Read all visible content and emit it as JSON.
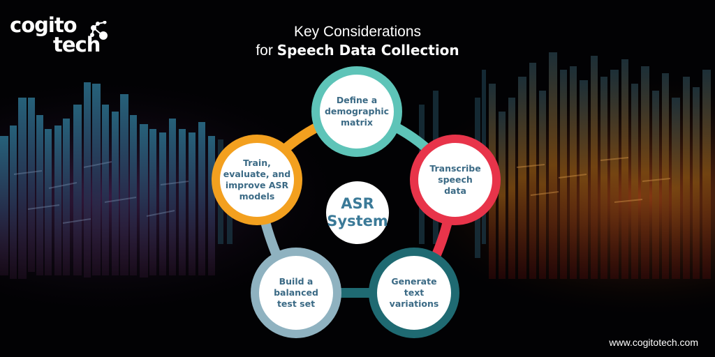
{
  "brand": {
    "logo_line1": "cogito",
    "logo_line2": "tech",
    "website": "www.cogitotech.com"
  },
  "title": {
    "line1": "Key Considerations",
    "line2_prefix": "for ",
    "line2_bold": "Speech Data Collection"
  },
  "diagram": {
    "center_label_line1": "ASR",
    "center_label_line2": "System",
    "nodes": [
      {
        "label": "Define a demographic matrix",
        "color": "#5ec4b8"
      },
      {
        "label": "Transcribe speech data",
        "color": "#e8344a"
      },
      {
        "label": "Generate text variations",
        "color": "#1f6a72"
      },
      {
        "label": "Build a balanced test set",
        "color": "#8fb2c0"
      },
      {
        "label": "Train, evaluate, and improve ASR models",
        "color": "#f3a01f"
      }
    ]
  }
}
